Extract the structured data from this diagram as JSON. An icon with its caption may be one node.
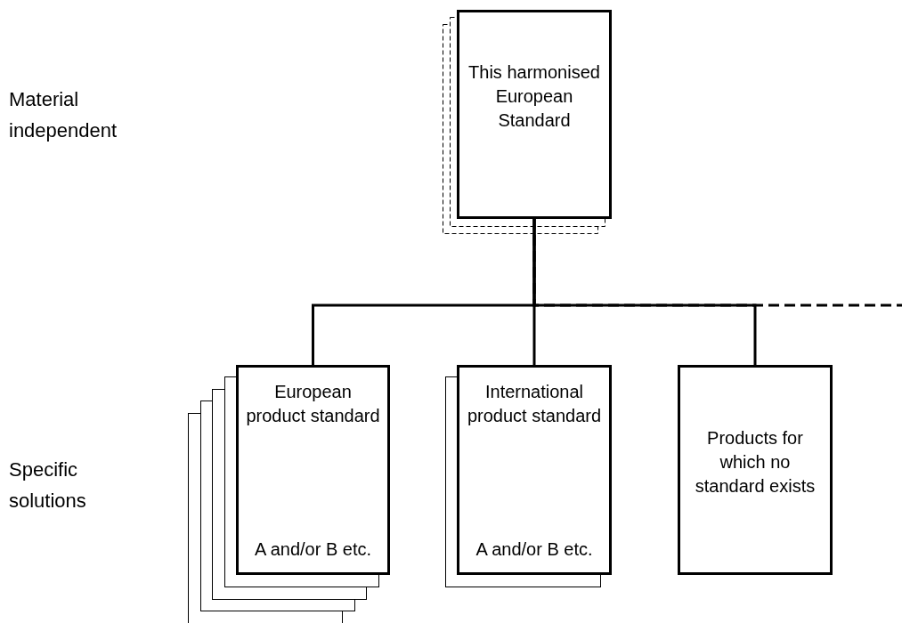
{
  "diagram": {
    "nodes": [
      {
        "text": [
          "This harmonised European Standard"
        ]
      },
      {
        "text": [
          "European product standard",
          "A and/or B etc."
        ]
      },
      {
        "text": [
          "International product standard",
          "A and/or B etc."
        ]
      },
      {
        "text": [
          "Products for which no standard exists"
        ]
      }
    ],
    "edges": [
      {
        "from": 0,
        "to": 1,
        "arrow": "none"
      },
      {
        "from": 0,
        "to": 2,
        "arrow": "none"
      },
      {
        "from": 0,
        "to": 3,
        "arrow": "none"
      },
      {
        "from": 0,
        "to": null,
        "arrow": "none",
        "style": "dashed"
      }
    ],
    "labels": [
      "Material independent",
      "Specific solutions"
    ]
  }
}
